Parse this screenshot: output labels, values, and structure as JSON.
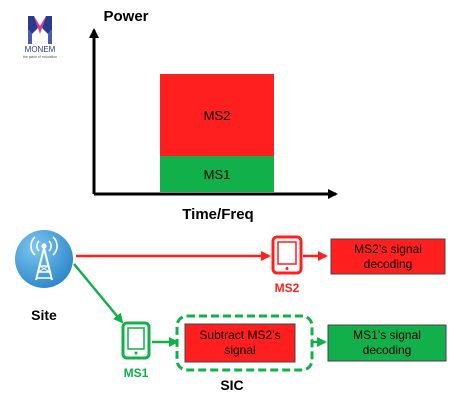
{
  "logo": {
    "name": "MONEM",
    "tagline": "the place of education"
  },
  "chart": {
    "y_axis_label": "Power",
    "x_axis_label": "Time/Freq",
    "blocks": [
      {
        "label": "MS2",
        "color": "#ff1f1f"
      },
      {
        "label": "MS1",
        "color": "#11b04a"
      }
    ]
  },
  "flow": {
    "site_label": "Site",
    "ms2_label": "MS2",
    "ms1_label": "MS1",
    "sic_label": "SIC",
    "ms2_decoding": [
      "MS2’s signal",
      "decoding"
    ],
    "subtract_box": [
      "Subtract MS2’s",
      "signal"
    ],
    "ms1_decoding": [
      "MS1’s signal",
      "decoding"
    ]
  },
  "colors": {
    "red": "#ff1f1f",
    "green": "#11b04a",
    "site_blue": "#3fa0dc",
    "logo_blue": "#2a3b8f",
    "logo_pink": "#e0368c",
    "ink": "#000000"
  }
}
